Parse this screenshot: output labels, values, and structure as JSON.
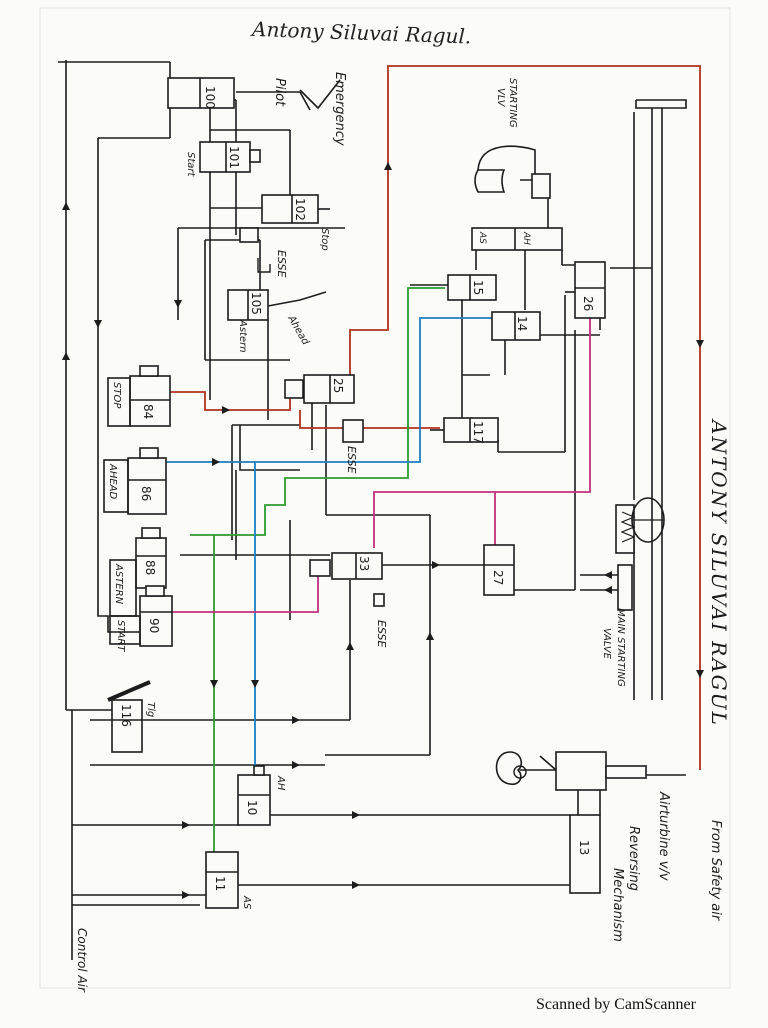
{
  "header": {
    "author_top": "Antony Siluvai Ragul."
  },
  "side_title": "ANTONY SILUVAI RAGUL",
  "footer": {
    "scanner": "Scanned by CamScanner"
  },
  "colors": {
    "ink": "#1c1c1c",
    "red": "#b1311e",
    "green": "#2f9a2f",
    "blue": "#1d7fc2",
    "magenta": "#c2307e",
    "paper": "#fbfbf8"
  },
  "components": [
    {
      "id": "c100",
      "num": "100"
    },
    {
      "id": "c101",
      "num": "101",
      "side_label": "Start"
    },
    {
      "id": "c102",
      "num": "102",
      "side_label": "Stop"
    },
    {
      "id": "c105",
      "num": "105",
      "side_label": "Astern",
      "label2": "Ahead"
    },
    {
      "id": "c25",
      "num": "25"
    },
    {
      "id": "c15",
      "num": "15"
    },
    {
      "id": "c14",
      "num": "14"
    },
    {
      "id": "c26",
      "num": "26"
    },
    {
      "id": "c117",
      "num": "117"
    },
    {
      "id": "c84",
      "num": "84",
      "side_label": "STOP"
    },
    {
      "id": "c86",
      "num": "86",
      "side_label": "AHEAD"
    },
    {
      "id": "c88",
      "num": "88",
      "side_label": "ASTERN"
    },
    {
      "id": "c90",
      "num": "90",
      "side_label": "START"
    },
    {
      "id": "c33",
      "num": "33"
    },
    {
      "id": "c27",
      "num": "27"
    },
    {
      "id": "c116",
      "num": "116",
      "side_label": "Tlg"
    },
    {
      "id": "c10",
      "num": "10",
      "side_label": "AH"
    },
    {
      "id": "c11",
      "num": "11",
      "side_label": "AS"
    },
    {
      "id": "c13",
      "num": "13"
    }
  ],
  "labels": {
    "emergency": "Emergency",
    "pilot": "Pilot",
    "esse1": "ESSE",
    "esse2": "ESSE",
    "esse3": "ESSE",
    "starting_vlv": "STARTING",
    "vlv": "VLV",
    "as": "AS",
    "ah": "AH",
    "main_starting": "MAIN STARTING",
    "valve": "VALVE",
    "from_safety": "From Safety air",
    "airturbine": "Airturbine v/v",
    "reversing": "Reversing",
    "mechanism": "Mechanism",
    "control_air": "Control Air"
  }
}
